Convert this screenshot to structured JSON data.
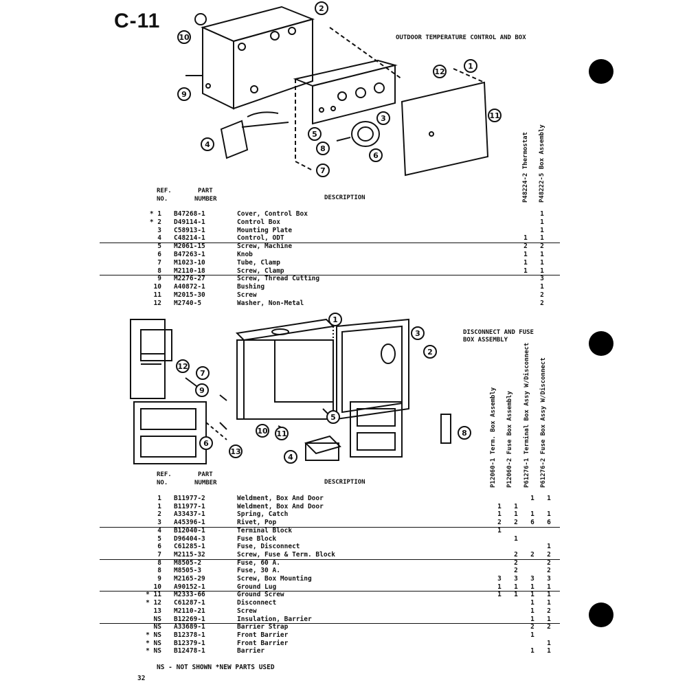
{
  "page_label": "C-11",
  "page_number": "32",
  "section1": {
    "title": "OUTDOOR TEMPERATURE CONTROL AND BOX",
    "headers": {
      "ref1": "REF.",
      "ref2": "NO.",
      "part1": "PART",
      "part2": "NUMBER",
      "desc": "DESCRIPTION"
    },
    "models": [
      "P48224-2  Thermostat",
      "P48222-5  Box Assembly"
    ],
    "rows": [
      {
        "ref": "* 1",
        "part": "B47268-1",
        "desc": "Cover, Control Box",
        "qty": [
          "",
          "1"
        ]
      },
      {
        "ref": "* 2",
        "part": "D49114-1",
        "desc": "Control Box",
        "qty": [
          "",
          "1"
        ]
      },
      {
        "ref": "3",
        "part": "C58913-1",
        "desc": "Mounting Plate",
        "qty": [
          "",
          "1"
        ]
      },
      {
        "ref": "4",
        "part": "C48214-1",
        "desc": "Control, ODT",
        "qty": [
          "1",
          "1"
        ]
      },
      {
        "ref": "5",
        "part": "M2061-15",
        "desc": "Screw, Machine",
        "qty": [
          "2",
          "2"
        ]
      },
      {
        "ref": "6",
        "part": "B47263-1",
        "desc": "Knob",
        "qty": [
          "1",
          "1"
        ]
      },
      {
        "ref": "7",
        "part": "M1023-10",
        "desc": "Tube, Clamp",
        "qty": [
          "1",
          "1"
        ]
      },
      {
        "ref": "8",
        "part": "M2110-18",
        "desc": "Screw, Clamp",
        "qty": [
          "1",
          "1"
        ]
      },
      {
        "ref": "9",
        "part": "M2276-27",
        "desc": "Screw, Thread Cutting",
        "qty": [
          "",
          "3"
        ]
      },
      {
        "ref": "10",
        "part": "A40872-1",
        "desc": "Bushing",
        "qty": [
          "",
          "1"
        ]
      },
      {
        "ref": "11",
        "part": "M2015-30",
        "desc": "Screw",
        "qty": [
          "",
          "2"
        ]
      },
      {
        "ref": "12",
        "part": "M2740-5",
        "desc": "Washer, Non-Metal",
        "qty": [
          "",
          "2"
        ]
      }
    ]
  },
  "section2": {
    "title_line1": "DISCONNECT AND FUSE",
    "title_line2": "BOX ASSEMBLY",
    "headers": {
      "ref1": "REF.",
      "ref2": "NO.",
      "part1": "PART",
      "part2": "NUMBER",
      "desc": "DESCRIPTION"
    },
    "models": [
      "P12060-1  Term. Box Assembly",
      "P12060-2  Fuse Box Assembly",
      "P61276-1  Terminal Box Assy W/Disconnect",
      "P61276-2  Fuse Box Assy W/Disconnect"
    ],
    "rows": [
      {
        "ref": "1",
        "part": "B11977-2",
        "desc": "Weldment, Box And Door",
        "qty": [
          "",
          "",
          "1",
          "1"
        ]
      },
      {
        "ref": "1",
        "part": "B11977-1",
        "desc": "Weldment, Box And Door",
        "qty": [
          "1",
          "1",
          "",
          ""
        ]
      },
      {
        "ref": "2",
        "part": "A33437-1",
        "desc": "Spring, Catch",
        "qty": [
          "1",
          "1",
          "1",
          "1"
        ]
      },
      {
        "ref": "3",
        "part": "A45396-1",
        "desc": "Rivet, Pop",
        "qty": [
          "2",
          "2",
          "6",
          "6"
        ]
      },
      {
        "ref": "4",
        "part": "B12040-1",
        "desc": "Terminal Block",
        "qty": [
          "1",
          "",
          "",
          ""
        ]
      },
      {
        "ref": "5",
        "part": "D96404-3",
        "desc": "Fuse Block",
        "qty": [
          "",
          "1",
          "",
          ""
        ]
      },
      {
        "ref": "6",
        "part": "C61285-1",
        "desc": "Fuse, Disconnect",
        "qty": [
          "",
          "",
          "",
          "1"
        ]
      },
      {
        "ref": "7",
        "part": "M2115-32",
        "desc": "Screw, Fuse & Term. Block",
        "qty": [
          "",
          "2",
          "2",
          "2"
        ]
      },
      {
        "ref": "8",
        "part": "M8505-2",
        "desc": "Fuse, 60 A.",
        "qty": [
          "",
          "2",
          "",
          "2"
        ]
      },
      {
        "ref": "8",
        "part": "M8505-3",
        "desc": "Fuse, 30 A.",
        "qty": [
          "",
          "2",
          "",
          "2"
        ]
      },
      {
        "ref": "9",
        "part": "M2165-29",
        "desc": "Screw, Box Mounting",
        "qty": [
          "3",
          "3",
          "3",
          "3"
        ]
      },
      {
        "ref": "10",
        "part": "A90152-1",
        "desc": "Ground Lug",
        "qty": [
          "1",
          "1",
          "1",
          "1"
        ]
      },
      {
        "ref": "* 11",
        "part": "M2333-66",
        "desc": "Ground Screw",
        "qty": [
          "1",
          "1",
          "1",
          "1"
        ]
      },
      {
        "ref": "* 12",
        "part": "C61287-1",
        "desc": "Disconnect",
        "qty": [
          "",
          "",
          "1",
          "1"
        ]
      },
      {
        "ref": "13",
        "part": "M2110-21",
        "desc": "Screw",
        "qty": [
          "",
          "",
          "1",
          "2"
        ]
      },
      {
        "ref": "NS",
        "part": "B12269-1",
        "desc": "Insulation, Barrier",
        "qty": [
          "",
          "",
          "1",
          "1"
        ]
      },
      {
        "ref": "NS",
        "part": "A33689-1",
        "desc": "Barrier Strap",
        "qty": [
          "",
          "",
          "2",
          "2"
        ]
      },
      {
        "ref": "* NS",
        "part": "B12378-1",
        "desc": "Front Barrier",
        "qty": [
          "",
          "",
          "1",
          ""
        ]
      },
      {
        "ref": "* NS",
        "part": "B12379-1",
        "desc": "Front Barrier",
        "qty": [
          "",
          "",
          "",
          "1"
        ]
      },
      {
        "ref": "* NS",
        "part": "B12478-1",
        "desc": "Barrier",
        "qty": [
          "",
          "",
          "1",
          "1"
        ]
      }
    ]
  },
  "footnote": "NS - NOT SHOWN   *NEW PARTS USED",
  "callouts1": [
    "1",
    "2",
    "3",
    "4",
    "5",
    "6",
    "7",
    "8",
    "9",
    "10",
    "11",
    "12"
  ],
  "callouts2": [
    "1",
    "2",
    "3",
    "4",
    "5",
    "6",
    "7",
    "8",
    "9",
    "10",
    "11",
    "12",
    "13"
  ]
}
